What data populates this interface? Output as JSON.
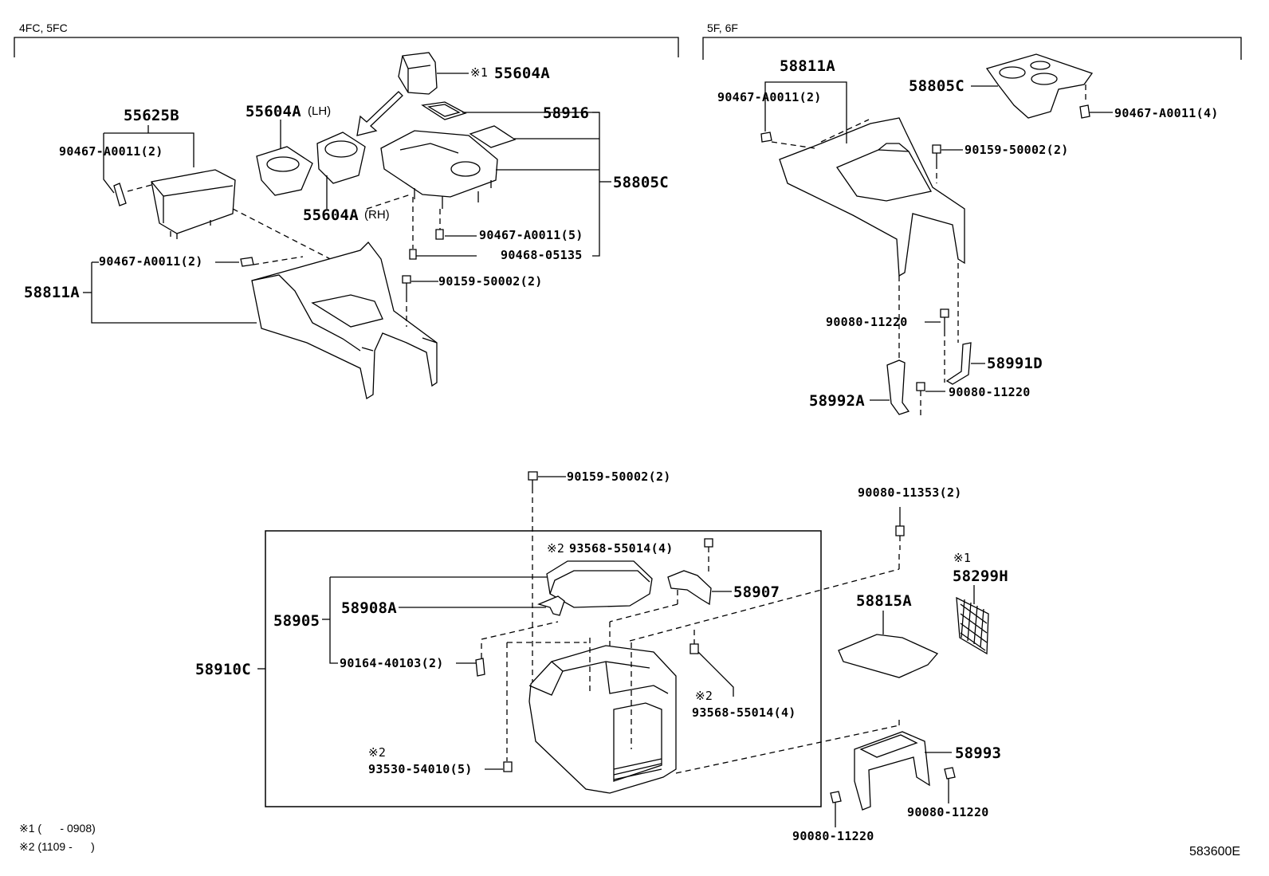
{
  "groups": {
    "left_title": "4FC, 5FC",
    "right_title": "5F, 6F"
  },
  "parts": {
    "p_55604A_top": "55604A",
    "p_55604A_top_note": "※1",
    "p_55625B": "55625B",
    "p_55604A_lh": "55604A",
    "p_55604A_lh_suffix": "(LH)",
    "p_55604A_rh": "55604A",
    "p_55604A_rh_suffix": "(RH)",
    "p_58916": "58916",
    "p_58805C_left": "58805C",
    "p_58811A_left": "58811A",
    "p_58811A_right": "58811A",
    "p_58805C_right": "58805C",
    "p_58991D": "58991D",
    "p_58992A": "58992A",
    "p_58907": "58907",
    "p_58905": "58905",
    "p_58908A": "58908A",
    "p_58910C": "58910C",
    "p_58815A": "58815A",
    "p_58299H": "58299H",
    "p_58299H_note": "※1",
    "p_58993": "58993"
  },
  "fasteners": {
    "f1": "90467-A0011(2)",
    "f2": "90467-A0011(5)",
    "f3": "90468-05135",
    "f4": "90467-A0011(2)",
    "f5": "90159-50002(2)",
    "f6": "90467-A0011(2)",
    "f7": "90467-A0011(4)",
    "f8": "90159-50002(2)",
    "f9": "90080-11220",
    "f10": "90080-11220",
    "f11": "90159-50002(2)",
    "f12": "93568-55014(4)",
    "f12_note": "※2",
    "f13": "90164-40103(2)",
    "f14": "93568-55014(4)",
    "f14_note": "※2",
    "f15": "93530-54010(5)",
    "f15_note": "※2",
    "f16": "90080-11353(2)",
    "f17": "90080-11220",
    "f18": "90080-11220"
  },
  "footnotes": {
    "n1": "※1 (      - 0908)",
    "n2": "※2 (1109 -      )"
  },
  "diagram_ref": "583600E"
}
